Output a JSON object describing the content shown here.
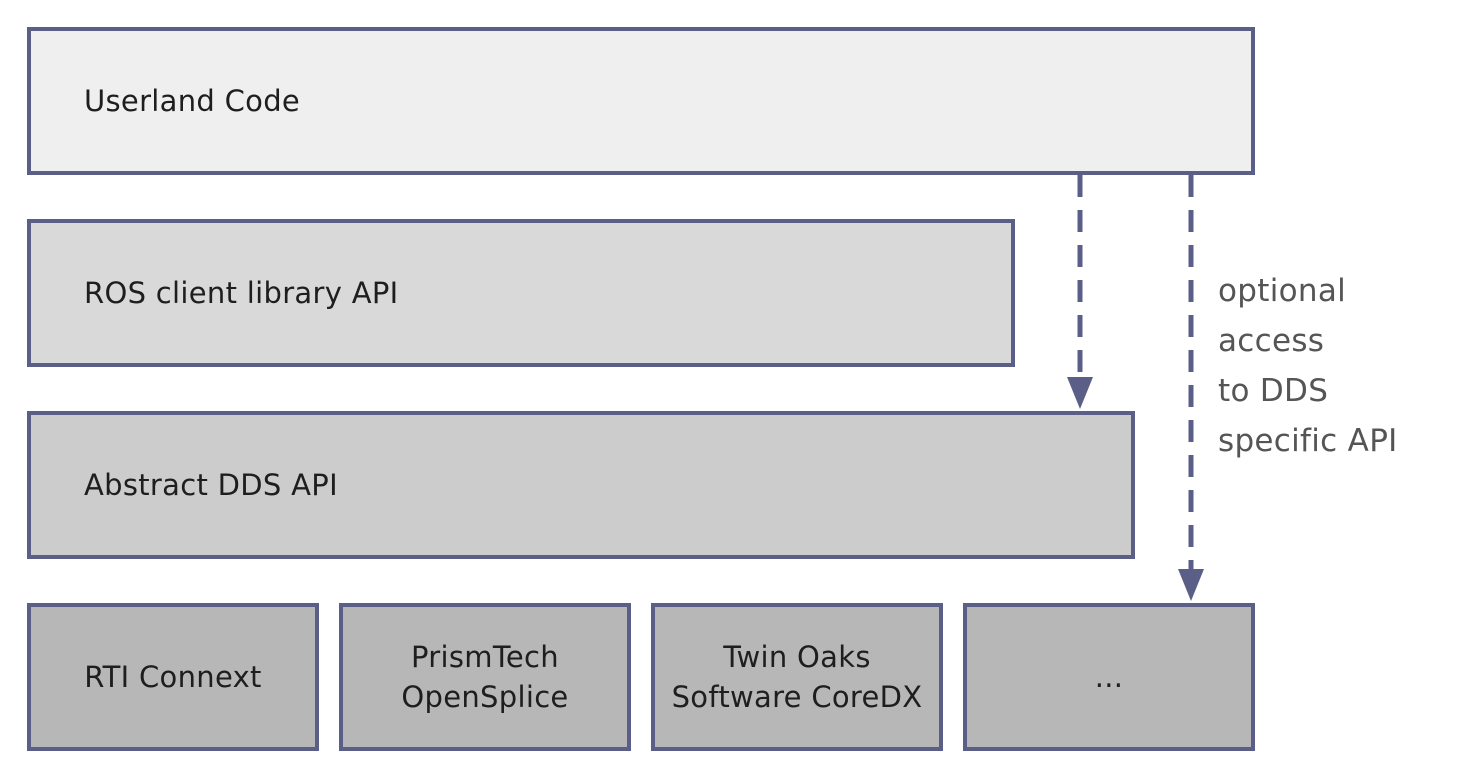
{
  "layers": {
    "userland": "Userland Code",
    "ros_api": "ROS client library API",
    "dds_api": "Abstract DDS API"
  },
  "implementations": {
    "rti": "RTI Connext",
    "prismtech": "PrismTech\nOpenSplice",
    "twinoaks": "Twin Oaks\nSoftware CoreDX",
    "more": "..."
  },
  "annotation": "optional\naccess\nto DDS\nspecific API",
  "colors": {
    "border": "#5b5f87",
    "userland_fill": "#efefef",
    "ros_fill": "#d9d9d9",
    "dds_fill": "#cccccc",
    "impl_fill": "#b7b7b7",
    "arrow": "#5b5f87"
  }
}
